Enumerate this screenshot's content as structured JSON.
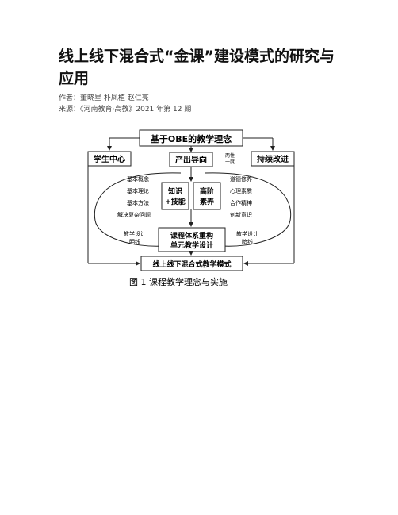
{
  "article": {
    "title": "线上线下混合式“金课”建设模式的研究与应用",
    "authors": "作者：董晓星 朴凤植 赵仁亮",
    "source": "来源：《河南教育·高教》2021 年第 12 期"
  },
  "figure": {
    "top_box": "基于OBE的教学理念",
    "left_box": "学生中心",
    "center_box": "产出导向",
    "right_box": "持续改进",
    "side_note_1": "两性",
    "side_note_2": "一度",
    "left_items": [
      "基本概念",
      "基本理论",
      "基本方法",
      "解决复杂问题"
    ],
    "knowledge_1": "知识",
    "knowledge_2": "+技能",
    "quality_1": "高阶",
    "quality_2": "素养",
    "right_items": [
      "道德修养",
      "心理素质",
      "合作精神",
      "创新意识"
    ],
    "design_left_1": "教学设计",
    "design_left_2": "明线",
    "course_1": "课程体系重构",
    "course_2": "单元教学设计",
    "design_right_1": "教学设计",
    "design_right_2": "暗线",
    "bottom_box": "线上线下混合式教学模式",
    "caption": "图 1  课程教学理念与实施"
  }
}
